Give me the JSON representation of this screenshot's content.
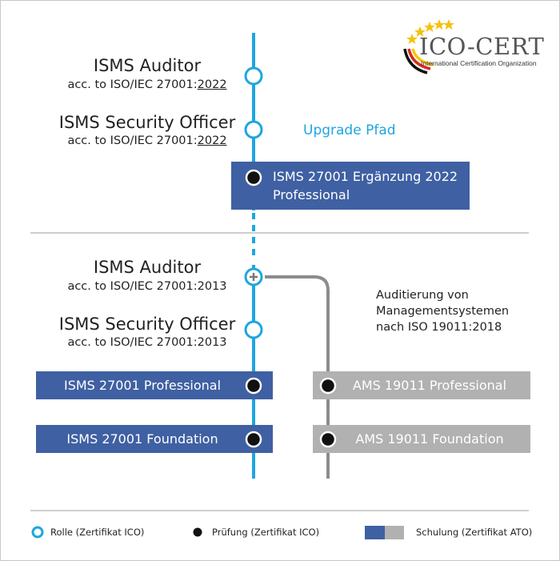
{
  "logo": {
    "name": "ICO-CERT",
    "subtitle": "International Certification Organization",
    "colors": {
      "stars": "#f4c20f",
      "black": "#111111",
      "red": "#d52b1e",
      "gold": "#f7c600"
    }
  },
  "upper": {
    "auditor": {
      "title": "ISMS Auditor",
      "sub_prefix": "acc. to ISO/IEC 27001:",
      "sub_year": "2022"
    },
    "officer": {
      "title": "ISMS Security Officer",
      "sub_prefix": "acc. to ISO/IEC 27001:",
      "sub_year": "2022"
    },
    "upgrade_label": "Upgrade Pfad",
    "upgrade_box": {
      "line1": "ISMS 27001 Ergänzung 2022",
      "line2": "Professional"
    }
  },
  "lower": {
    "auditor": {
      "title": "ISMS Auditor",
      "sub": "acc. to ISO/IEC 27001:2013"
    },
    "officer": {
      "title": "ISMS Security Officer",
      "sub": "acc. to ISO/IEC 27001:2013"
    },
    "audit_text": {
      "line1": "Auditierung von",
      "line2": "Managementsystemen",
      "line3": "nach ISO 19011:2018"
    },
    "boxes": {
      "isms_professional": "ISMS 27001 Professional",
      "isms_foundation": "ISMS 27001 Foundation",
      "ams_professional": "AMS 19011 Professional",
      "ams_foundation": "AMS 19011 Foundation"
    }
  },
  "legend": {
    "role": "Rolle (Zertifikat ICO)",
    "exam": "Prüfung  (Zertifikat ICO)",
    "training": "Schulung (Zertifikat ATO)"
  },
  "colors": {
    "timeline": "#1ea6df",
    "box_blue": "#3f60a2",
    "box_grey": "#b1b1b2",
    "path_grey": "#8c8c8c",
    "divider": "#bdbdbd"
  }
}
